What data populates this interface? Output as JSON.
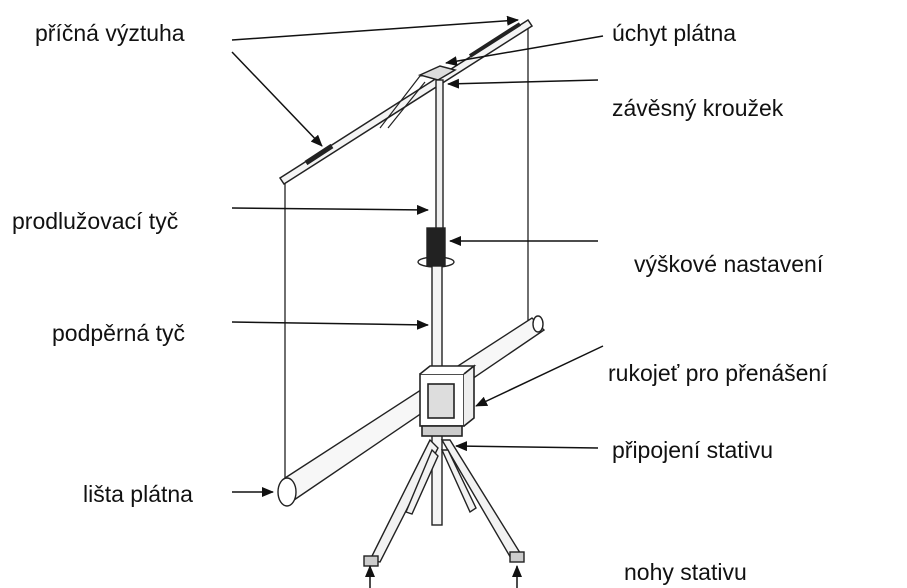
{
  "diagram": {
    "labels": {
      "cross_brace": "příčná výztuha",
      "screen_holder": "úchyt plátna",
      "hanging_ring": "závěsný kroužek",
      "extension_rod": "prodlužovací tyč",
      "height_adjustment": "výškové nastavení",
      "support_rod": "podpěrná tyč",
      "carry_handle": "rukojeť pro přenášení",
      "tripod_connection": "připojení stativu",
      "screen_bar": "lišta plátna",
      "tripod_legs": "nohy stativu"
    }
  }
}
